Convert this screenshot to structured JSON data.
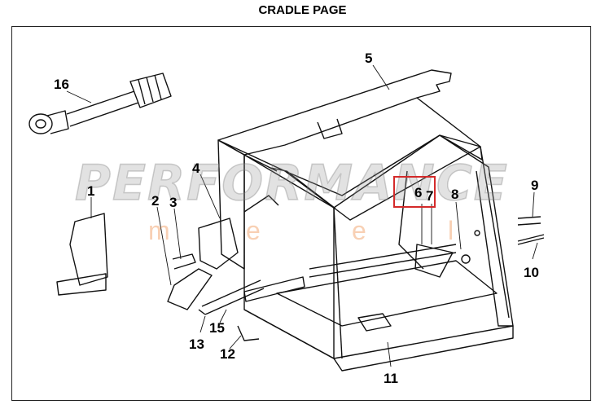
{
  "page_title": "CRADLE PAGE",
  "watermark": {
    "text": "PERFORMANCE",
    "sub_letters": [
      "m",
      "e",
      "e",
      "l"
    ]
  },
  "callouts": [
    "1",
    "2",
    "3",
    "4",
    "5",
    "6",
    "7",
    "8",
    "9",
    "10",
    "11",
    "12",
    "13",
    "15",
    "16"
  ],
  "highlight_color": "#d42a2a"
}
